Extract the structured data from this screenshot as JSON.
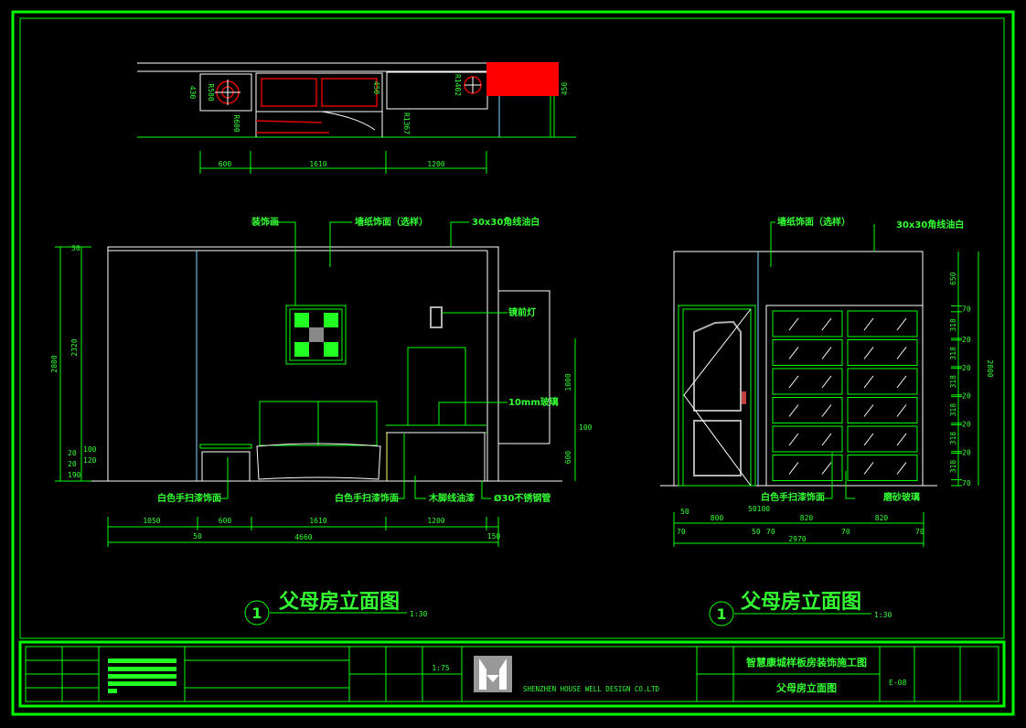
{
  "colors": {
    "line": "#00ff00",
    "wall": "#ffffff",
    "highlight": "#ff0000"
  },
  "plan": {
    "dims": [
      "600",
      "1610",
      "1200"
    ],
    "labels": [
      "430",
      "R580",
      "R600",
      "450",
      "R1367",
      "R1402",
      "450"
    ]
  },
  "elevation_left": {
    "labels": {
      "deco_painting": "装饰画",
      "wallpaper": "墙纸饰面（选样）",
      "cornice": "30x30角线油白",
      "wall_lamp": "镜前灯",
      "glass": "10mm玻璃",
      "paint1": "白色手扫漆饰面",
      "paint2": "白色手扫漆饰面",
      "skirting": "木脚线油漆",
      "steel_pipe": "Ø30不锈钢管"
    },
    "dims_bottom": [
      "1050",
      "600",
      "1610",
      "1200"
    ],
    "dims_total": [
      "50",
      "4660",
      "150"
    ],
    "dims_left": [
      "30",
      "2320",
      "2800",
      "100",
      "120",
      "20",
      "20",
      "190"
    ],
    "dims_right": [
      "1000",
      "100",
      "600"
    ],
    "title": "父母房立面图",
    "number": "1",
    "scale": "1:30"
  },
  "elevation_right": {
    "labels": {
      "wallpaper": "墙纸饰面（选样）",
      "cornice": "30x30角线油白",
      "paint": "白色手扫漆饰面",
      "frosted": "磨砂玻璃"
    },
    "dims_bottom": [
      "50",
      "800",
      "50100",
      "820",
      "820"
    ],
    "dims_bottom2": [
      "70",
      "50",
      "70",
      "70",
      "70"
    ],
    "dims_total": "2970",
    "dims_right": [
      "650",
      "70",
      "318",
      "20",
      "318",
      "20",
      "318",
      "20",
      "318",
      "20",
      "318",
      "20",
      "318",
      "70"
    ],
    "dims_height": "2800",
    "title": "父母房立面图",
    "number": "1",
    "scale": "1:30"
  },
  "title_block": {
    "scale": "1:75",
    "company": "SHENZHEN HOUSE WELL DESIGN CO.LTD",
    "project": "智慧康城样板房装饰施工图",
    "drawing": "父母房立面图",
    "sheet": "E-08"
  }
}
